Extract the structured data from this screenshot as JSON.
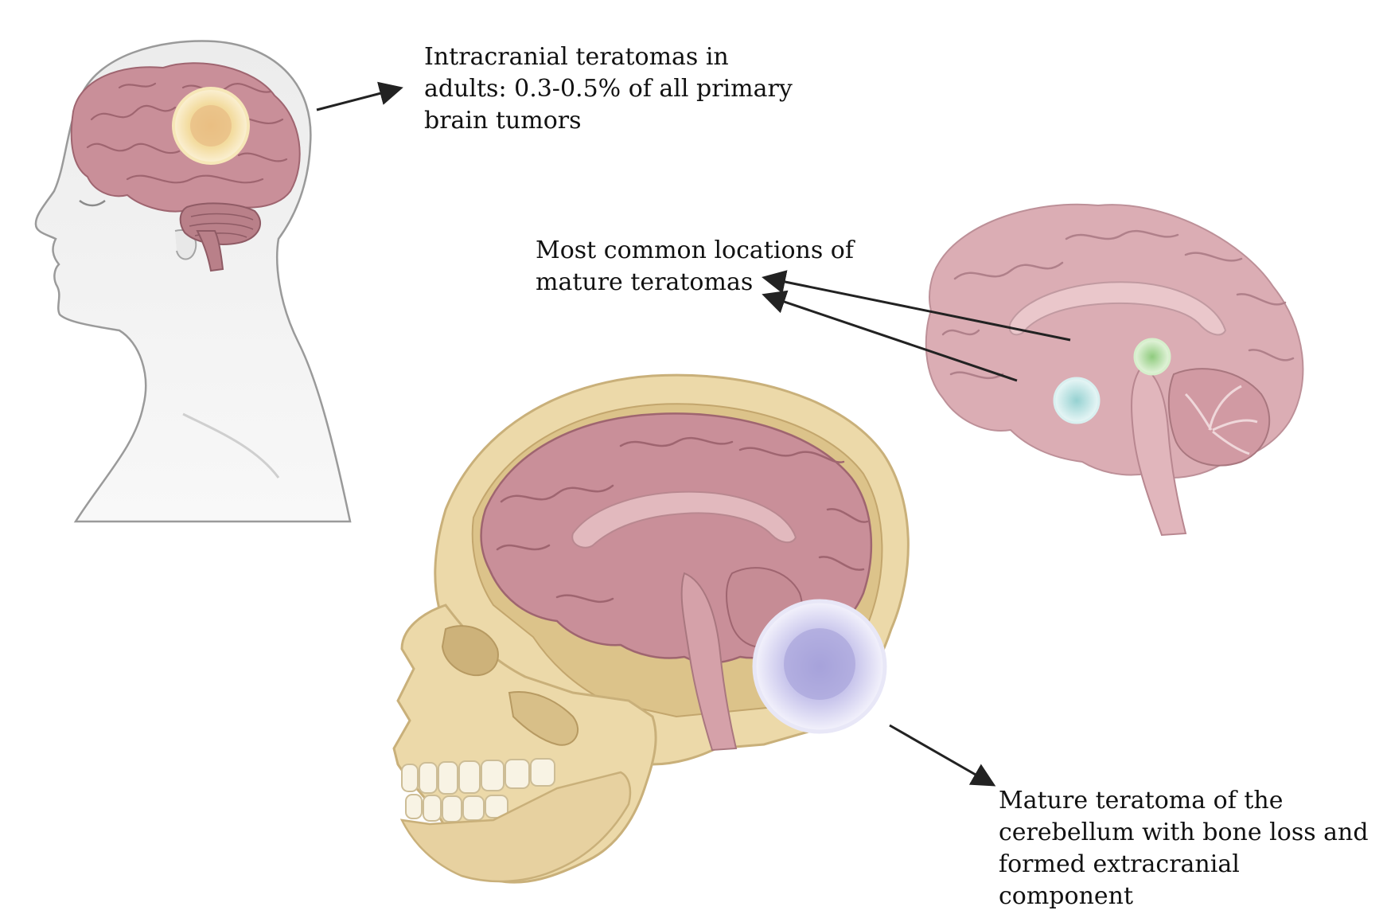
{
  "annotations": {
    "adults_prevalence": "Intracranial teratomas in\nadults: 0.3-0.5% of all primary\nbrain tumors",
    "common_locations": "Most common locations of\nmature teratomas",
    "cerebellum_case": "Mature teratoma of the\ncerebellum with bone loss and\nformed extracranial component"
  },
  "colors": {
    "brain": "#c98f99",
    "brain_dark": "#9f6570",
    "brain_light": "#e2b9be",
    "skin": "#ececec",
    "bone": "#ecd9a9",
    "bone_dark": "#c9b07a",
    "tumor_yellow": "#f2dca0",
    "tumor_green": "#b8e0a8",
    "tumor_cyan": "#bfe3e3",
    "tumor_purple": "#c7c4ea",
    "arrow": "#222222"
  }
}
